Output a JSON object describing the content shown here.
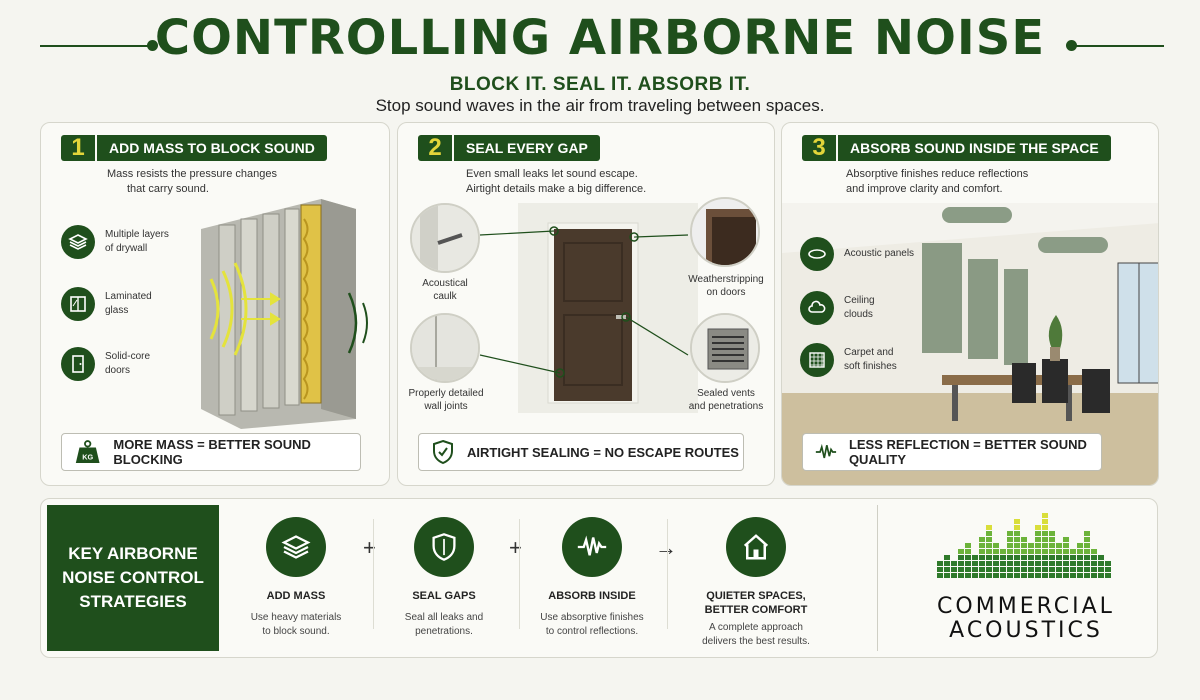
{
  "header": {
    "title": "CONTROLLING AIRBORNE NOISE",
    "subtitle": "BLOCK IT. SEAL IT. ABSORB IT.",
    "tagline": "Stop sound waves in the air from traveling between spaces."
  },
  "panels": [
    {
      "number": "1",
      "label": "ADD MASS TO BLOCK SOUND",
      "description": [
        "Mass resists the pressure changes",
        "that carry sound."
      ],
      "features": [
        {
          "label": [
            "Multiple layers",
            "of drywall"
          ],
          "icon": "layers-icon"
        },
        {
          "label": [
            "Laminated",
            "glass"
          ],
          "icon": "window-icon"
        },
        {
          "label": [
            "Solid-core",
            "doors"
          ],
          "icon": "door-icon"
        }
      ],
      "footer": {
        "icon_text": "KG",
        "text": "MORE MASS = BETTER SOUND BLOCKING"
      }
    },
    {
      "number": "2",
      "label": "SEAL EVERY GAP",
      "description": [
        "Even small leaks let sound escape.",
        "Airtight details make a big difference."
      ],
      "callouts": [
        {
          "label": [
            "Acoustical",
            "caulk"
          ]
        },
        {
          "label": [
            "Properly detailed",
            "wall joints"
          ]
        },
        {
          "label": [
            "Weatherstripping",
            "on doors"
          ]
        },
        {
          "label": [
            "Sealed vents",
            "and penetrations"
          ]
        }
      ],
      "footer": {
        "text": "AIRTIGHT SEALING = NO ESCAPE ROUTES",
        "icon": "shield-check-icon"
      }
    },
    {
      "number": "3",
      "label": "ABSORB SOUND INSIDE THE SPACE",
      "description": [
        "Absorptive finishes reduce reflections",
        "and improve clarity and comfort."
      ],
      "features": [
        {
          "label": [
            "Acoustic panels"
          ],
          "icon": "panel-icon"
        },
        {
          "label": [
            "Ceiling",
            "clouds"
          ],
          "icon": "cloud-icon"
        },
        {
          "label": [
            "Carpet and",
            "soft finishes"
          ],
          "icon": "carpet-icon"
        }
      ],
      "footer": {
        "text": "LESS REFLECTION = BETTER SOUND QUALITY",
        "icon": "waveform-icon"
      }
    }
  ],
  "strategies": {
    "heading": [
      "KEY AIRBORNE",
      "NOISE CONTROL",
      "STRATEGIES"
    ],
    "items": [
      {
        "title": [
          "ADD MASS"
        ],
        "desc": [
          "Use heavy materials",
          "to block sound."
        ],
        "icon": "layers-icon"
      },
      {
        "title": [
          "SEAL GAPS"
        ],
        "desc": [
          "Seal all leaks and",
          "penetrations."
        ],
        "icon": "shield-icon"
      },
      {
        "title": [
          "ABSORB INSIDE"
        ],
        "desc": [
          "Use absorptive finishes",
          "to control reflections."
        ],
        "icon": "waveform-icon"
      },
      {
        "title": [
          "QUIETER SPACES,",
          "BETTER COMFORT"
        ],
        "desc": [
          "A complete approach",
          "delivers the best results."
        ],
        "icon": "house-icon"
      }
    ],
    "operators": [
      "+",
      "+",
      "→"
    ]
  },
  "logo": {
    "line1": "COMMERCIAL",
    "line2": "ACOUSTICS"
  },
  "colors": {
    "brand_green": "#1f4f1c",
    "accent_yellow": "#e3d53a"
  }
}
